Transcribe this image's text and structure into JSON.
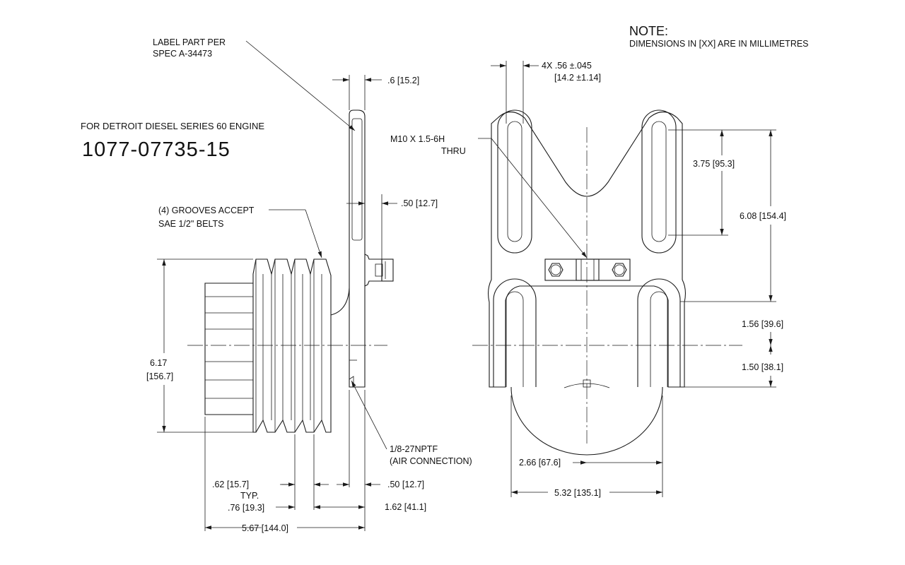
{
  "header": {
    "engine_label": "FOR DETROIT DIESEL SERIES 60 ENGINE",
    "part_number": "1077-07735-15"
  },
  "note": {
    "title": "NOTE:",
    "text": "DIMENSIONS IN [XX] ARE IN MILLIMETRES"
  },
  "callouts": {
    "label_spec_line1": "LABEL PART PER",
    "label_spec_line2": "SPEC A-34473",
    "grooves_line1": "(4) GROOVES ACCEPT",
    "grooves_line2": "SAE 1/2\" BELTS",
    "thread_line1": "M10 X 1.5-6H",
    "thread_line2": "THRU",
    "air_line1": "1/8-27NPTF",
    "air_line2": "(AIR CONNECTION)",
    "typ": "TYP."
  },
  "dimensions": {
    "d_6": ".6 [15.2]",
    "d_50_top": ".50 [12.7]",
    "d_617_a": "6.17",
    "d_617_b": "[156.7]",
    "d_62": ".62 [15.7]",
    "d_76": ".76 [19.3]",
    "d_50_bottom": ".50 [12.7]",
    "d_162": "1.62 [41.1]",
    "d_567": "5.67 [144.0]",
    "d_4x_a": "4X .56 ±.045",
    "d_4x_b": "[14.2 ±1.14]",
    "d_375": "3.75 [95.3]",
    "d_608": "6.08 [154.4]",
    "d_156": "1.56 [39.6]",
    "d_150": "1.50 [38.1]",
    "d_266": "2.66 [67.6]",
    "d_532": "5.32 [135.1]"
  }
}
